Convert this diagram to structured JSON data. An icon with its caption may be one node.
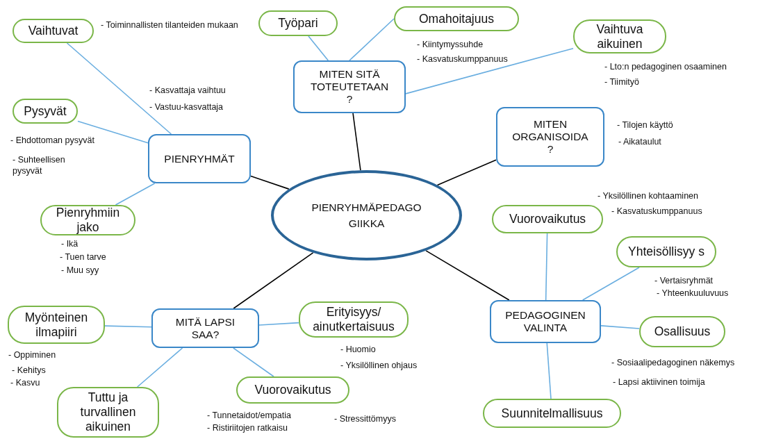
{
  "diagram": {
    "nodes": [
      {
        "text": [
          "PIENRYHMÄPEDAGO GIIKKA"
        ]
      },
      {
        "text": [
          "MITEN SITÄ TOTEUTETAAN ?"
        ]
      },
      {
        "text": [
          "Työpari"
        ]
      },
      {
        "text": [
          "Omahoitajuus"
        ],
        "beside": [
          "- Kiintymyssuhde",
          "- Kasvatuskumppanuus"
        ]
      },
      {
        "text": [
          "Vaihtuva aikuinen"
        ],
        "beside": [
          "- Lto:n pedagoginen osaaminen",
          "- Tiimityö"
        ]
      },
      {
        "text": [
          "PIENRYHMÄT"
        ]
      },
      {
        "text": [
          "Vaihtuvat"
        ],
        "beside": [
          "- Toiminnallisten tilanteiden mukaan"
        ]
      },
      {
        "text": [
          "Pysyvät"
        ],
        "beside": [
          "- Ehdottoman pysyvät",
          "- Suhteellisen pysyvät"
        ]
      },
      {
        "text": [
          "Pienryhmiin jako"
        ],
        "beside": [
          "- Ikä",
          "- Tuen tarve",
          "- Muu syy"
        ]
      },
      {
        "text": [
          "MITEN ORGANISOIDA ?"
        ],
        "beside": [
          "- Tilojen käyttö",
          "- Aikataulut"
        ]
      },
      {
        "text": [
          "PEDAGOGINEN VALINTA"
        ]
      },
      {
        "text": [
          "Vuorovaikutus"
        ],
        "beside": [
          "- Yksilöllinen kohtaaminen",
          "- Kasvatuskumppanuus"
        ]
      },
      {
        "text": [
          "Yhteisöllisyy s"
        ],
        "beside": [
          "- Vertaisryhmät",
          "- Yhteenkuuluvuus"
        ]
      },
      {
        "text": [
          "Osallisuus"
        ],
        "beside": [
          "- Sosiaalipedagoginen näkemys",
          "- Lapsi aktiivinen toimija"
        ]
      },
      {
        "text": [
          "Suunnitelmallisuus"
        ]
      },
      {
        "text": [
          "MITÄ LAPSI SAA?"
        ]
      },
      {
        "text": [
          "Myönteinen ilmapiiri"
        ],
        "beside": [
          "- Oppiminen",
          "- Kehitys",
          "- Kasvu"
        ]
      },
      {
        "text": [
          "Erityisyys/ ainutkertaisuus"
        ],
        "beside": [
          "- Huomio",
          "- Yksilöllinen ohjaus"
        ]
      },
      {
        "text": [
          "Vuorovaikutus"
        ],
        "beside": [
          "- Tunnetaidot/empatia",
          "- Ristiriitojen ratkaisu",
          "- Stressittömyys"
        ]
      },
      {
        "text": [
          "Tuttu ja turvallinen aikuinen"
        ]
      }
    ],
    "edges": [
      {
        "from": 0,
        "to": 1,
        "arrow": "none",
        "color": "#000000"
      },
      {
        "from": 0,
        "to": 5,
        "arrow": "none",
        "color": "#000000"
      },
      {
        "from": 0,
        "to": 9,
        "arrow": "none",
        "color": "#000000"
      },
      {
        "from": 0,
        "to": 10,
        "arrow": "none",
        "color": "#000000"
      },
      {
        "from": 0,
        "to": 15,
        "arrow": "none",
        "color": "#000000"
      },
      {
        "from": 1,
        "to": 2,
        "arrow": "none"
      },
      {
        "from": 1,
        "to": 3,
        "arrow": "none"
      },
      {
        "from": 1,
        "to": 4,
        "arrow": "none"
      },
      {
        "from": 5,
        "to": 6,
        "arrow": "none"
      },
      {
        "from": 5,
        "to": 7,
        "arrow": "none"
      },
      {
        "from": 5,
        "to": 8,
        "arrow": "none"
      },
      {
        "from": 10,
        "to": 11,
        "arrow": "none"
      },
      {
        "from": 10,
        "to": 12,
        "arrow": "none"
      },
      {
        "from": 10,
        "to": 13,
        "arrow": "none"
      },
      {
        "from": 10,
        "to": 14,
        "arrow": "none"
      },
      {
        "from": 15,
        "to": 16,
        "arrow": "none"
      },
      {
        "from": 15,
        "to": 17,
        "arrow": "none"
      },
      {
        "from": 15,
        "to": 18,
        "arrow": "none"
      },
      {
        "from": 15,
        "to": 19,
        "arrow": "none"
      }
    ],
    "labels": [
      "- Kasvattaja vaihtuu",
      "- Vastuu-kasvattaja"
    ]
  }
}
